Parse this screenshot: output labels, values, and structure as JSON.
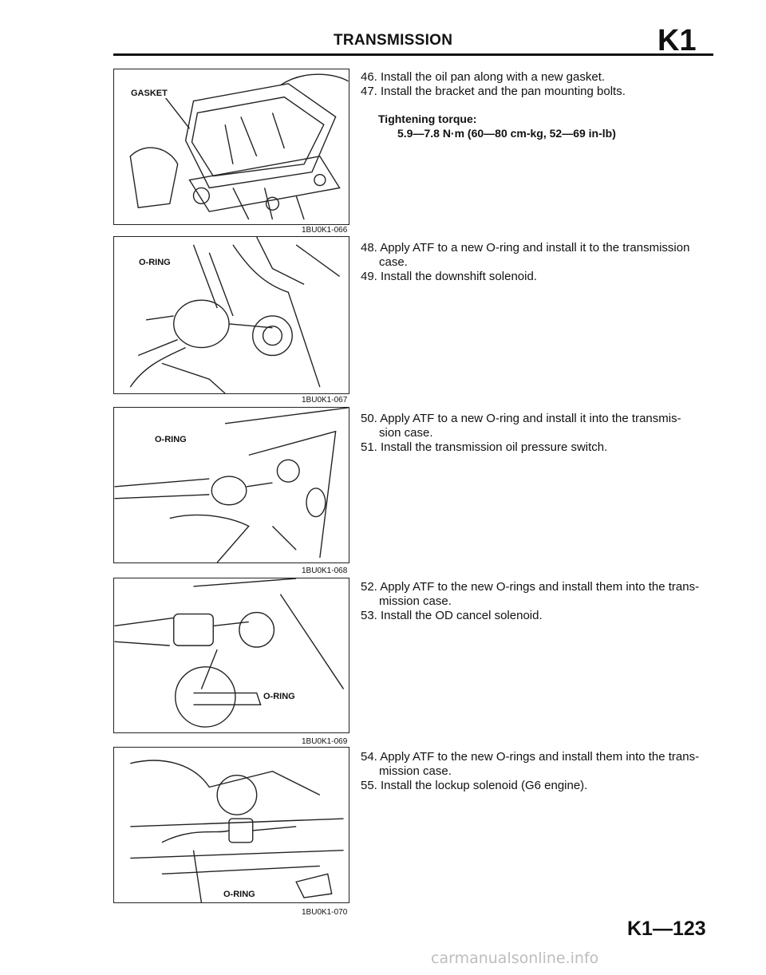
{
  "header": {
    "title": "TRANSMISSION",
    "section": "K1"
  },
  "figures": [
    {
      "label": "GASKET",
      "code": "1BU0K1-066"
    },
    {
      "label": "O-RING",
      "code": "1BU0K1-067"
    },
    {
      "label": "O-RING",
      "code": "1BU0K1-068"
    },
    {
      "label": "O-RING",
      "code": "1BU0K1-069"
    },
    {
      "label": "O-RING",
      "code": "1BU0K1-070"
    }
  ],
  "steps": [
    {
      "lines": [
        "46. Install the oil pan along with a new gasket.",
        "47. Install the bracket and the pan mounting bolts."
      ],
      "torque_heading": "Tightening torque:",
      "torque_value": "5.9—7.8 N·m (60—80 cm-kg, 52—69 in-lb)"
    },
    {
      "lines": [
        "48. Apply ATF to a new O-ring and install it to the transmission"
      ],
      "cont": "case.",
      "lines2": [
        "49. Install the downshift solenoid."
      ]
    },
    {
      "lines": [
        "50. Apply ATF to a new O-ring and install it into the transmis-"
      ],
      "cont": "sion case.",
      "lines2": [
        "51. Install the transmission oil pressure switch."
      ]
    },
    {
      "lines": [
        "52. Apply ATF to the new O-rings and install them into the trans-"
      ],
      "cont": "mission case.",
      "lines2": [
        "53. Install the OD cancel solenoid."
      ]
    },
    {
      "lines": [
        "54. Apply ATF to the new O-rings and install them into the trans-"
      ],
      "cont": "mission case.",
      "lines2": [
        "55. Install the lockup solenoid (G6 engine)."
      ]
    }
  ],
  "footer": {
    "page_number": "K1—123",
    "watermark": "carmanualsonline.info"
  }
}
